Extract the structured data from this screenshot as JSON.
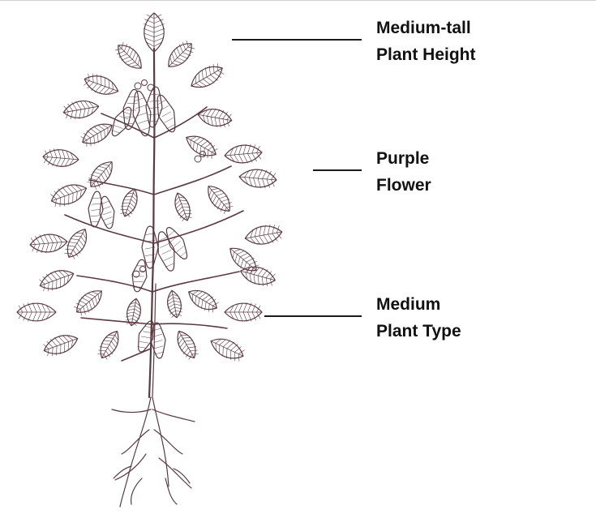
{
  "colors": {
    "illustration_stroke": "#5a3a42",
    "leader_line": "#1a1a1a",
    "label_text": "#111111"
  },
  "illustration": {
    "icon": "peanut-plant-icon"
  },
  "annotations": [
    {
      "line1": "Medium-tall",
      "line2": "Plant Height"
    },
    {
      "line1": "Purple",
      "line2": "Flower"
    },
    {
      "line1": "Medium",
      "line2": "Plant Type"
    }
  ]
}
